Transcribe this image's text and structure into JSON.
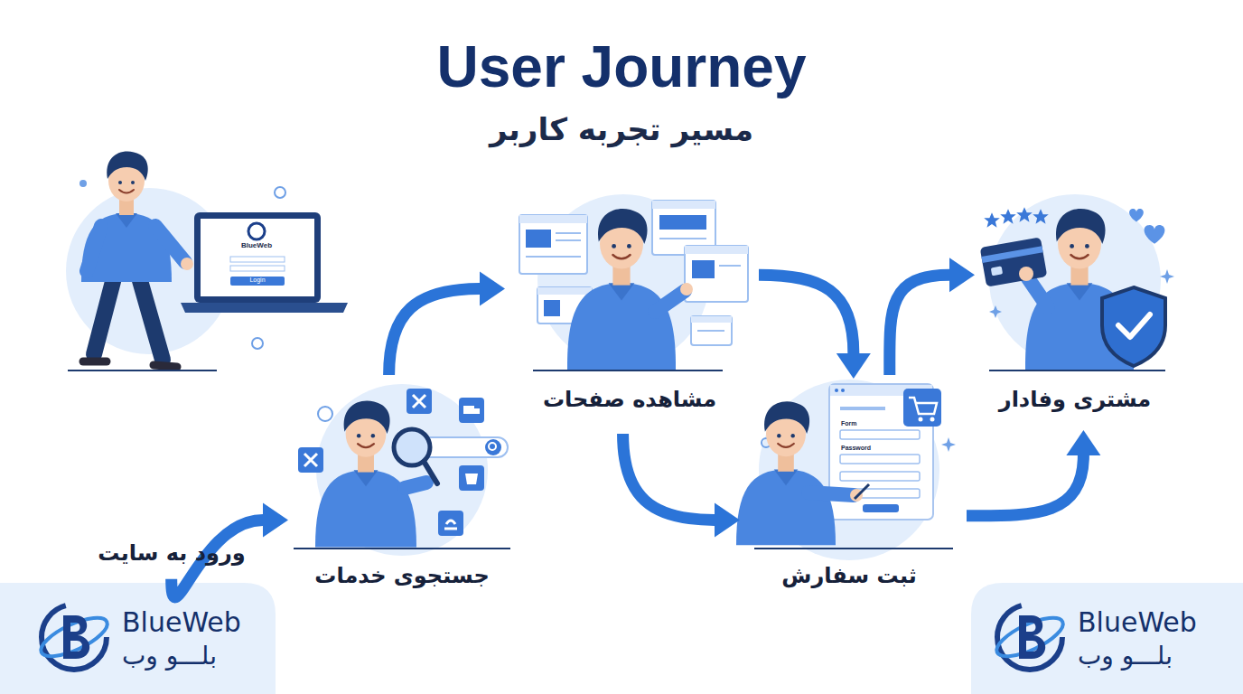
{
  "diagram": {
    "title": "User Journey",
    "nodes": [
      {
        "text": [
          "ورود به سایت"
        ]
      },
      {
        "text": [
          "جستجوی خدمات"
        ]
      },
      {
        "text": [
          "مشاهده صفحات"
        ]
      },
      {
        "text": [
          "ثبت سفارش"
        ]
      },
      {
        "text": [
          "مشتری وفادار"
        ]
      }
    ],
    "edges": [
      {
        "from": 0,
        "to": 1,
        "arrow": "to"
      },
      {
        "from": 1,
        "to": 2,
        "arrow": "to"
      },
      {
        "from": 2,
        "to": 3,
        "arrow": "to"
      },
      {
        "from": 2,
        "to": 3,
        "arrow": "to"
      },
      {
        "from": 3,
        "to": 4,
        "arrow": "to"
      },
      {
        "from": 3,
        "to": 4,
        "arrow": "to"
      }
    ],
    "labels": [
      "مسیر تجربه کاربر",
      "BlueWeb",
      "Login",
      "Form",
      "Password",
      "BlueWeb",
      "بلـــو وب",
      "BlueWeb",
      "بلـــو وب"
    ]
  }
}
